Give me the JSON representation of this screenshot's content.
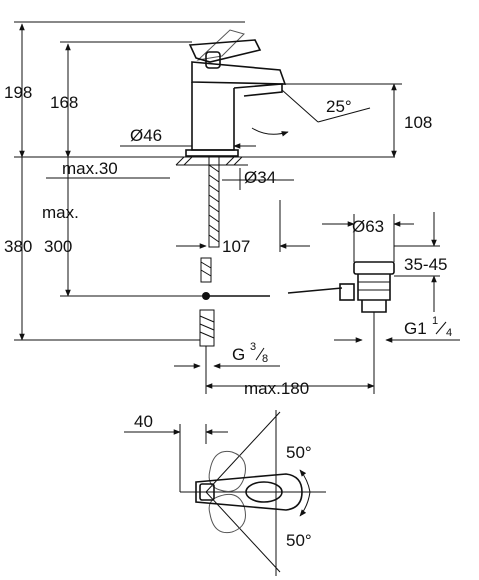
{
  "dimensions": {
    "d198": "198",
    "d168": "168",
    "d25": "25°",
    "d108": "108",
    "d46": "Ø46",
    "dmax30": "max.30",
    "d34": "Ø34",
    "dmaxword": "max.",
    "d300": "300",
    "d380": "380",
    "d107": "107",
    "d63": "Ø63",
    "d3545": "35-45",
    "dg1": "G1",
    "dg1num": "1",
    "dg1den": "4",
    "dg38": "G",
    "dg38num": "3",
    "dg38den": "8",
    "dmax180": "max.180",
    "d40": "40",
    "d50a": "50°",
    "d50b": "50°"
  }
}
